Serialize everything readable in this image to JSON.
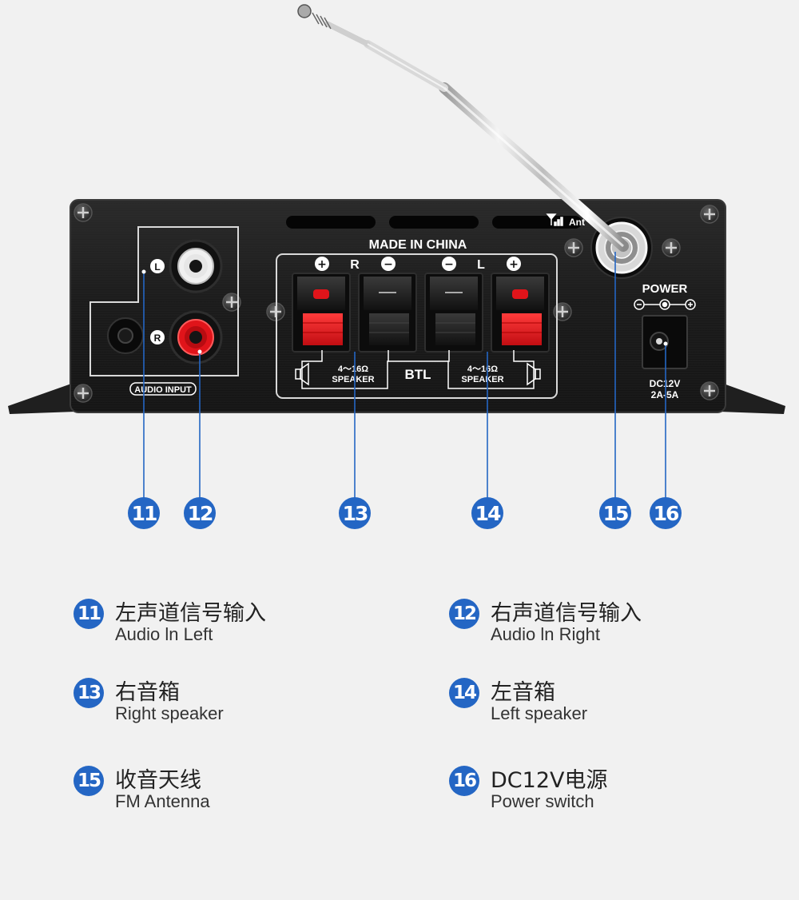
{
  "panel": {
    "made_in": "MADE IN CHINA",
    "ch_right": "R",
    "ch_left": "L",
    "plus": "+",
    "minus": "−",
    "btl": "BTL",
    "impedance": "4～16Ω",
    "speaker": "SPEAKER",
    "input_l": "L",
    "input_r": "R",
    "audio_input": "AUDIO INPUT",
    "power": "POWER",
    "dc_rating_1": "DC12V",
    "dc_rating_2": "2A-5A",
    "antenna_mark": "Ant"
  },
  "callouts": [
    {
      "id": "11"
    },
    {
      "id": "12"
    },
    {
      "id": "13"
    },
    {
      "id": "14"
    },
    {
      "id": "15"
    },
    {
      "id": "16"
    }
  ],
  "legend": [
    {
      "id": "11",
      "zh": "左声道信号输入",
      "en": "Audio ln Left"
    },
    {
      "id": "12",
      "zh": "右声道信号输入",
      "en": "Audio ln Right"
    },
    {
      "id": "13",
      "zh": "右音箱",
      "en": "Right speaker"
    },
    {
      "id": "14",
      "zh": "左音箱",
      "en": "Left speaker"
    },
    {
      "id": "15",
      "zh": "收音天线",
      "en": "FM Antenna"
    },
    {
      "id": "16",
      "zh": "DC12V电源",
      "en": "Power switch"
    }
  ],
  "colors": {
    "badge": "#2466c4",
    "panel": "#1c1c1c",
    "red_terminal": "#e0141a",
    "background": "#f1f1f1"
  },
  "icons": [
    "screw-icon",
    "rca-jack-icon",
    "speaker-icon",
    "antenna-signal-icon",
    "dc-jack-icon"
  ]
}
